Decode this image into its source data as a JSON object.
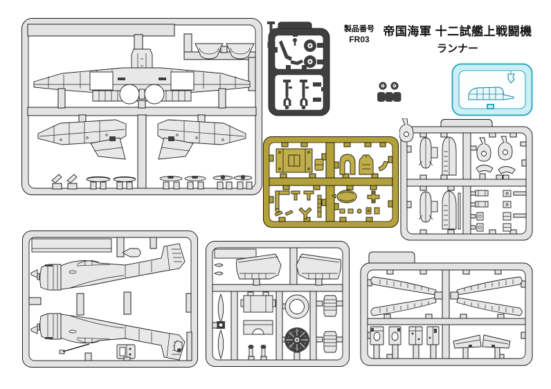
{
  "header": {
    "product_label": "製品番号",
    "product_code": "FR03",
    "title": "帝国海軍 十二試艦上戦闘機",
    "subtitle": "ランナー"
  },
  "colors": {
    "page": "#ffffff",
    "line": "#1e1e1e",
    "gray": "#e3e3e3",
    "grayPart": "#e8e8e8",
    "dark": "#3f3f3f",
    "yellow": "#b3a13c",
    "yellowPart": "#bfae49",
    "yline": "#201a08",
    "clearFill": "#cdeef5",
    "clearLine": "#2fa9c2",
    "clearDeep": "#15809a"
  },
  "sprues": [
    {
      "id": "wing-sprue",
      "plastic": "light gray"
    },
    {
      "id": "landing-gear-sprue",
      "plastic": "dark gray"
    },
    {
      "id": "canopy-clear-sprue",
      "plastic": "clear blue"
    },
    {
      "id": "polycap-parts",
      "plastic": "dark gray"
    },
    {
      "id": "cockpit-sprue",
      "plastic": "yellow"
    },
    {
      "id": "detail-sprue",
      "plastic": "light gray"
    },
    {
      "id": "fuselage-sprue",
      "plastic": "light gray"
    },
    {
      "id": "engine-propeller-sprue",
      "plastic": "light gray"
    },
    {
      "id": "tailplane-sprue",
      "plastic": "light gray"
    }
  ]
}
